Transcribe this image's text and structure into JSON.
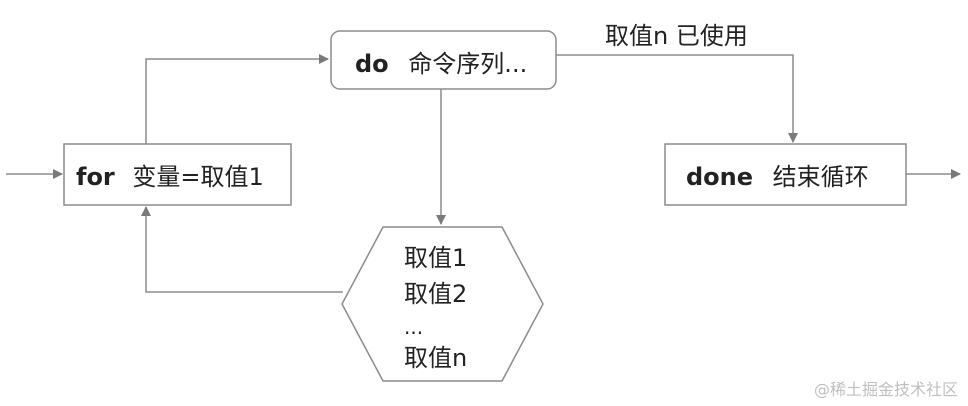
{
  "for_box": {
    "keyword": "for",
    "text": "变量=取值1"
  },
  "do_box": {
    "keyword": "do",
    "text": "命令序列..."
  },
  "done_box": {
    "keyword": "done",
    "text": "结束循环"
  },
  "values_list": {
    "items": [
      "取值1",
      "取值2",
      "...",
      "取值n"
    ]
  },
  "edge_label_used": "取值n 已使用",
  "watermark": "@稀土掘金技术社区",
  "colors": {
    "stroke": "#8c8c8c",
    "text": "#222222",
    "watermark": "#bfbfbf"
  }
}
